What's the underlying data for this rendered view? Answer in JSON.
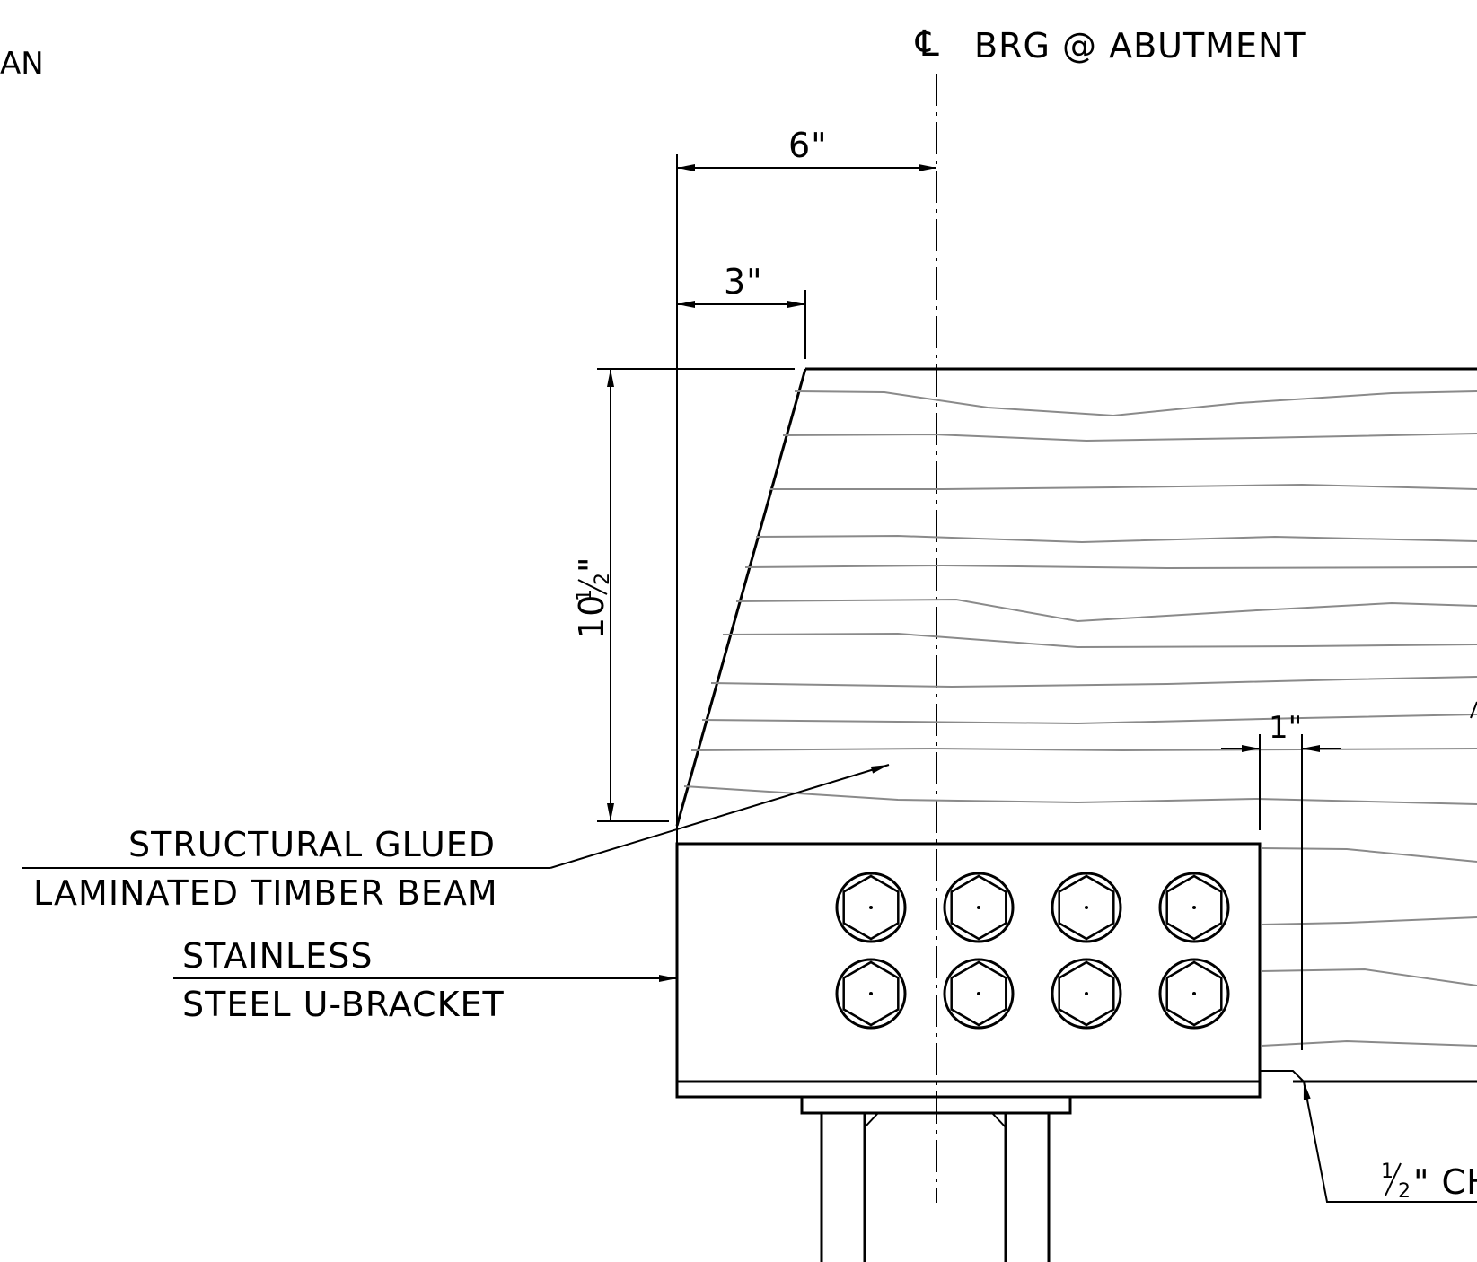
{
  "labels": {
    "partial_left": "AN",
    "centerline_symbol": "℄",
    "centerline": "BRG @ ABUTMENT",
    "dim_6": "6\"",
    "dim_3": "3\"",
    "dim_10_whole": "10",
    "dim_10_num": "1",
    "dim_10_den": "2",
    "dim_10_mark": "\"",
    "dim_1": "1\"",
    "beam_line1": "STRUCTURAL  GLUED",
    "beam_line2": "LAMINATED  TIMBER  BEAM",
    "bracket_line1": "STAINLESS",
    "bracket_line2": "STEEL  U-BRACKET",
    "chamfer_num": "1",
    "chamfer_den": "2",
    "chamfer_rest": "\" CH"
  },
  "colors": {
    "ink": "#000000",
    "grain": "#8a8a8a",
    "background": "#ffffff"
  },
  "bolts": {
    "rows": 2,
    "columns": 4
  }
}
